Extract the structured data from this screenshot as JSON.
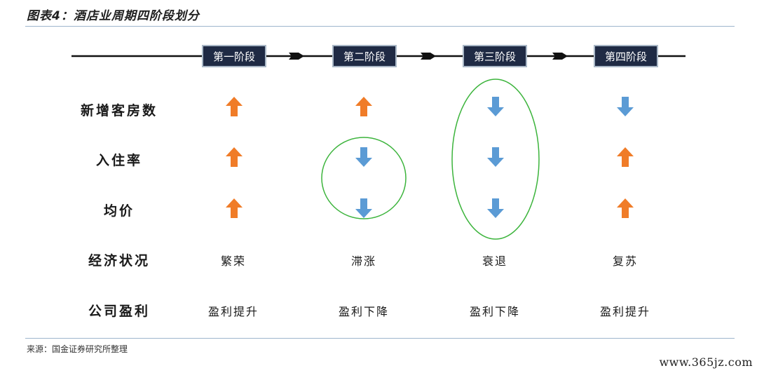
{
  "title": "图表4：酒店业周期四阶段划分",
  "stages": [
    "第一阶段",
    "第二阶段",
    "第三阶段",
    "第四阶段"
  ],
  "rows": [
    {
      "label": "新增客房数",
      "values": [
        "up",
        "up",
        "down",
        "down"
      ]
    },
    {
      "label": "入住率",
      "values": [
        "up",
        "down",
        "down",
        "up"
      ]
    },
    {
      "label": "均价",
      "values": [
        "up",
        "down",
        "down",
        "up"
      ]
    },
    {
      "label": "经济状况",
      "values": [
        "繁荣",
        "滞涨",
        "衰退",
        "复苏"
      ]
    },
    {
      "label": "公司盈利",
      "values": [
        "盈利提升",
        "盈利下降",
        "盈利下降",
        "盈利提升"
      ]
    }
  ],
  "colors": {
    "up": "#f07c28",
    "down": "#5b9bd5",
    "highlight": "#3cb43c",
    "stage_fill": "#1f2a44"
  },
  "source": "来源：国金证券研究所整理",
  "watermark": "www.365jz.com"
}
